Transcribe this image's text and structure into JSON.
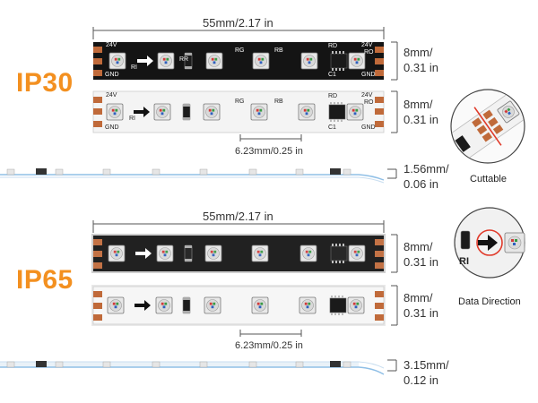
{
  "labels": {
    "ip30": "IP30",
    "ip65": "IP65",
    "length_top": "55mm/2.17 in",
    "length_bottom": "55mm/2.17 in",
    "width_mm": "8mm/",
    "width_in": "0.31 in",
    "pitch_top": "6.23mm/0.25 in",
    "pitch_bottom": "6.23mm/0.25 in",
    "thick_ip30_mm": "1.56mm/",
    "thick_ip30_in": "0.06 in",
    "thick_ip65_mm": "3.15mm/",
    "thick_ip65_in": "0.12 in",
    "cuttable": "Cuttable",
    "data_direction": "Data Direction"
  },
  "pcb_marks": {
    "v24": "24V",
    "ri": "RI",
    "gnd": "GND",
    "rr": "RR",
    "rg": "RG",
    "rb": "RB",
    "rd": "RD",
    "c1": "C1",
    "ro": "RO"
  },
  "colors": {
    "accent": "#f39020",
    "pcb_black": "#141414",
    "pcb_white": "#f4f4f4",
    "copper": "#c06a3a",
    "cut_line": "#e03a2a"
  },
  "icons": [
    "arrow-right-icon",
    "scissors-cut-icon"
  ]
}
